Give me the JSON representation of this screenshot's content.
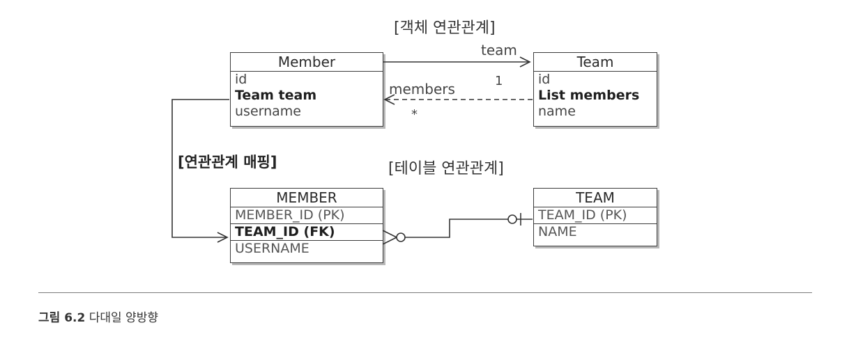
{
  "object_relation_title": "[객체 연관관계]",
  "table_relation_title": "[테이블 연관관계]",
  "mapping_label": "[연관관계 매핑]",
  "member_class": {
    "name": "Member",
    "fields": [
      "id",
      "Team team",
      "username"
    ]
  },
  "team_class": {
    "name": "Team",
    "fields": [
      "id",
      "List members",
      "name"
    ]
  },
  "member_table": {
    "name": "MEMBER",
    "fields": [
      "MEMBER_ID (PK)",
      "TEAM_ID (FK)",
      "USERNAME"
    ]
  },
  "team_table": {
    "name": "TEAM",
    "fields": [
      "TEAM_ID (PK)",
      "NAME"
    ]
  },
  "relations": {
    "team_label": "team",
    "members_label": "members",
    "multiplicity_one": "1",
    "multiplicity_many": "*"
  },
  "caption": {
    "figure_number": "그림 6.2",
    "title": "다대일 양방향"
  }
}
